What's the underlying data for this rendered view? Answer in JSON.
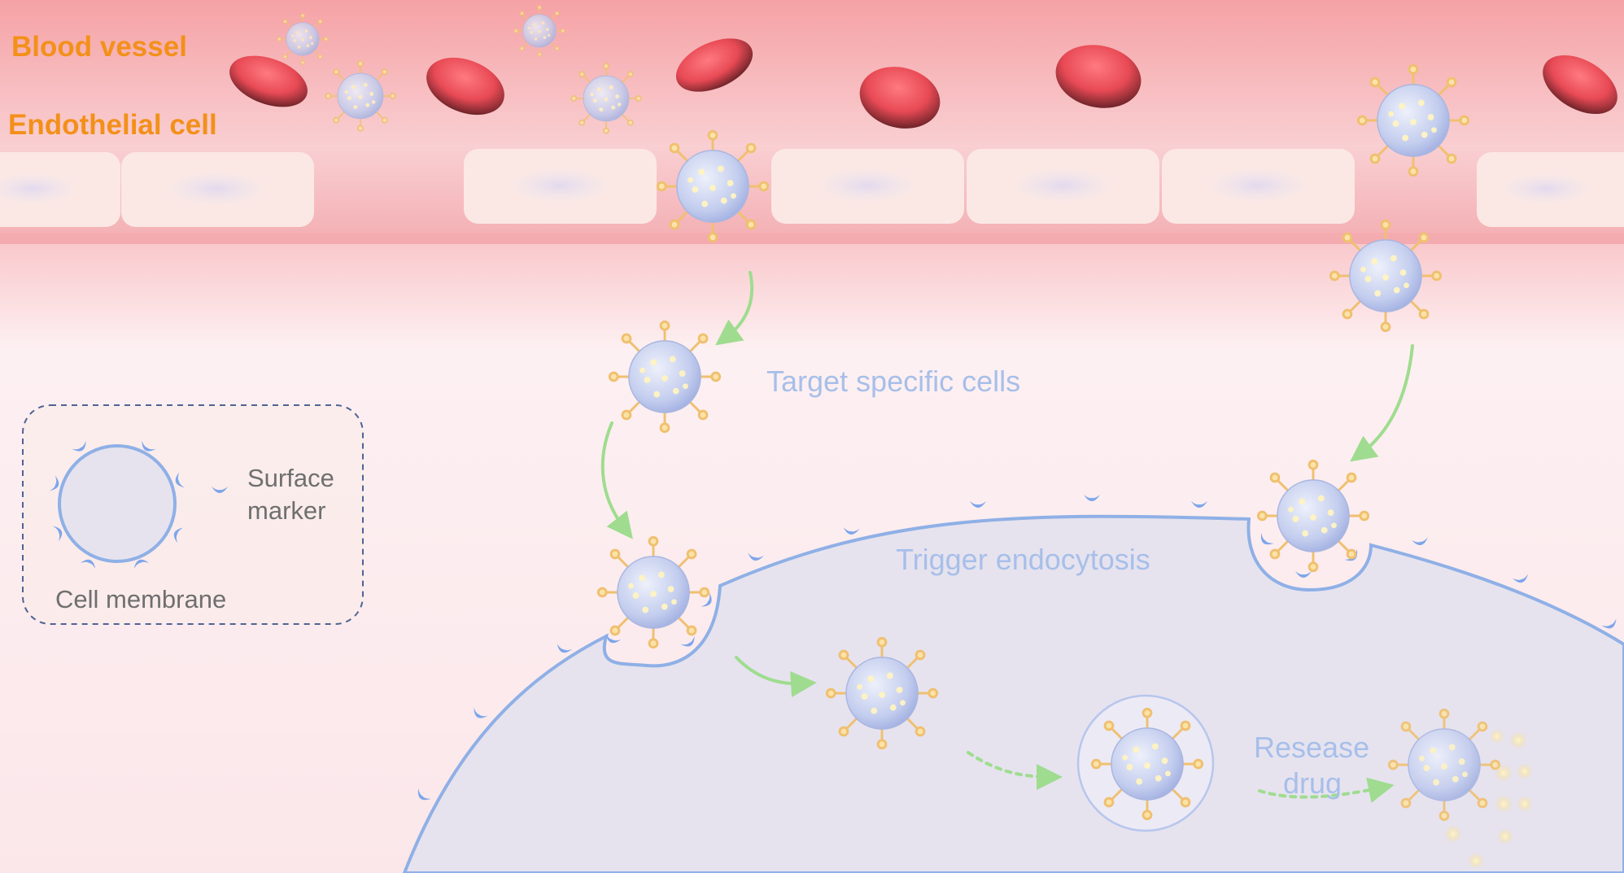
{
  "labels": {
    "blood_vessel": "Blood vessel",
    "endothelial_cell": "Endothelial cell",
    "target_specific_cells": "Target specific cells",
    "trigger_endocytosis": "Trigger endocytosis",
    "release_drug_line1": "Resease",
    "release_drug_line2": "drug"
  },
  "legend": {
    "surface_marker_line1": "Surface",
    "surface_marker_line2": "marker",
    "cell_membrane": "Cell membrane"
  },
  "colors": {
    "accent_label": "#f39019",
    "step_label": "#a7bfe9",
    "legend_text": "#6f6f6f",
    "vessel": "#f6a9ab",
    "red_blood_cell": "#e84a55",
    "membrane": "#8fb0e6",
    "cell_fill": "#e6e3ef",
    "nanoparticle": "#b8c4e6",
    "ligand": "#f5c46a",
    "arrow": "#9fdc8f"
  }
}
